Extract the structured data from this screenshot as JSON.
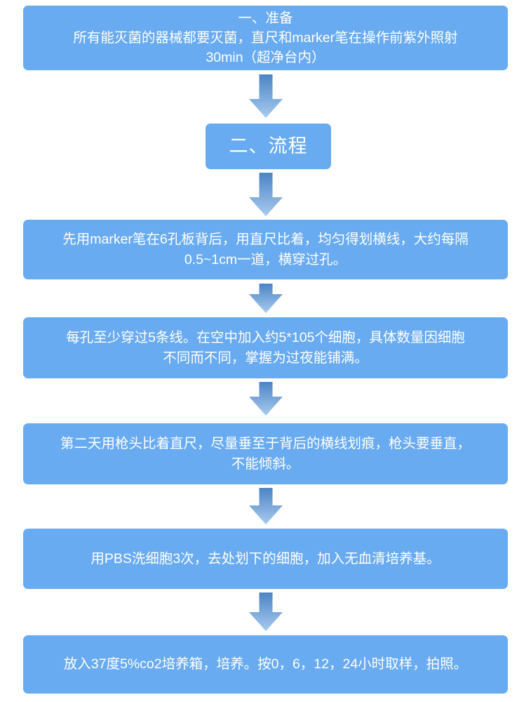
{
  "colors": {
    "box_fill": "#69ABF0",
    "arrow_top": "#4C84C6",
    "arrow_bottom": "#A8CBEF",
    "text": "#FFFFFF",
    "background": "#FFFFFF"
  },
  "steps": [
    {
      "lines": [
        "一、准备",
        "所有能灭菌的器械都要灭菌，直尺和marker笔在操作前紫外照射",
        "30min（超净台内）"
      ]
    },
    {
      "lines": [
        "二、流程"
      ]
    },
    {
      "lines": [
        "先用marker笔在6孔板背后，用直尺比着，均匀得划横线，大约每隔",
        "0.5~1cm一道，横穿过孔。"
      ]
    },
    {
      "lines": [
        "每孔至少穿过5条线。在空中加入约5*105个细胞，具体数量因细胞",
        "不同而不同，掌握为过夜能铺满。"
      ]
    },
    {
      "lines": [
        "第二天用枪头比着直尺，尽量垂至于背后的横线划痕，枪头要垂直，",
        "不能倾斜。"
      ]
    },
    {
      "lines": [
        "用PBS洗细胞3次，去处划下的细胞，加入无血清培养基。"
      ]
    },
    {
      "lines": [
        "放入37度5%co2培养箱，培养。按0，6，12，24小时取样，拍照。"
      ]
    }
  ]
}
